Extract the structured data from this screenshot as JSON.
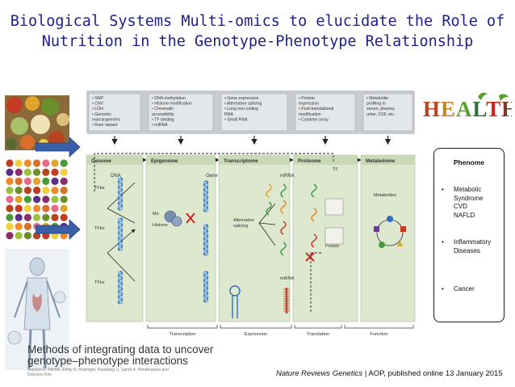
{
  "title": {
    "line1": "Biological Systems Multi-omics to elucidate the Role of",
    "line2": "Nutrition in the Genotype-Phenotype Relationship"
  },
  "logo_text": "HEALTH",
  "figure": {
    "variation_boxes": [
      [
        "• SNP",
        "• CNV",
        "• LOH",
        "• Genomic",
        "  rearrangement",
        "• Rare variant"
      ],
      [
        "• DNA methylation",
        "• Histone modification",
        "• Chromatin",
        "  accessibility",
        "• TF binding",
        "• miRNA"
      ],
      [
        "• Gene expression",
        "• Alternative splicing",
        "• Long non-coding",
        "  RNA",
        "• Small RNA"
      ],
      [
        "• Protein",
        "  expression",
        "• Post-translational",
        "  modification",
        "• Cytokine array"
      ],
      [
        "• Metabolite",
        "  profiling in",
        "  serum, plasma,",
        "  urine, CSF, etc."
      ]
    ],
    "layers": [
      "Genome",
      "Epigenome",
      "Transcriptome",
      "Proteome",
      "Metabolome"
    ],
    "labels": {
      "dna": "DNA",
      "tfbs": "TFbs",
      "gene": "Gene",
      "me": "Me",
      "histone": "Histone",
      "mrna": "mRNA",
      "alt_splicing_1": "Alternative",
      "alt_splicing_2": "splicing",
      "mirna": "miRNA",
      "tf": "TF",
      "protein": "Protein",
      "metabolites": "Metabolites"
    },
    "processes": [
      "Transcription",
      "Expression",
      "Translation",
      "Function"
    ]
  },
  "phenome": {
    "title": "Phenome",
    "items": [
      "Metabolic\nSyndrome\nCVD\nNAFLD",
      "Inflammatory\nDiseases",
      "Cancer"
    ]
  },
  "paper": {
    "title_line1": "Methods of integrating data to uncover",
    "title_line2": "genotype–phenotype interactions",
    "authors": "Marylyn D. Ritchie, Emily R. Holzinger, Ruowang Li, Sarah A. Pendergrass and Dokyoon Kim"
  },
  "citation": {
    "journal": "Nature Reviews Genetics",
    "rest": " | AOP, published online 13 January 2015"
  },
  "colors": {
    "title": "#1f1f8c",
    "arrow_blue": "#3a5fa8",
    "panel_green": "#dde8cf",
    "header_grey": "#c7ccd0"
  }
}
